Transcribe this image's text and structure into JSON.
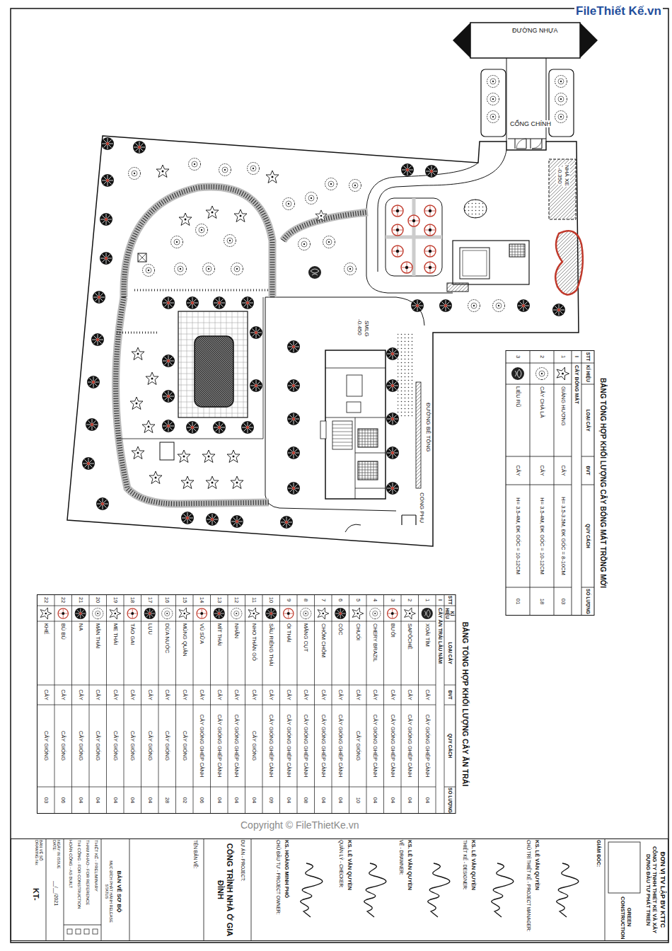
{
  "diagram": {
    "labels": [
      "FileThiết Kế.vn",
      "Copyright © FileThietKe.vn",
      "ĐƯỜNG NHỰA",
      "CỔNG CHÍNH",
      "SMLG",
      "-0.450",
      "ĐƯỜNG BÊ TÔNG",
      "CỔNG PHỤ",
      "NHÀ XE",
      "-0.350",
      "BẢNG TỔNG HỢP KHỐI LƯỢNG CÂY BÓNG MÁT TRỒNG MỚI",
      "STT",
      "KÍ HIỆU",
      "LOẠI CÂY",
      "ĐVT",
      "QUY CÁCH",
      "SỐ LƯỢNG",
      "I",
      "CÂY BÓNG MÁT",
      "1",
      "GIÁNG HƯƠNG",
      "CÂY",
      "H= 3.5-3.5M, ĐK GỐC = 8-10CM",
      "03",
      "2",
      "CÂY CHÀ LÀ",
      "CÂY",
      "H= 3.5-4M, ĐK GỐC = 10-12CM",
      "18",
      "3",
      "LIỄU RŨ",
      "CÂY",
      "H= 3.5-4M, ĐK GỐC = 10-12CM",
      "01",
      "BẢNG TỔNG HỢP KHỐI LƯỢNG CÂY ĂN TRÁI",
      "STT",
      "KÍ HIỆU",
      "LOẠI CÂY",
      "ĐVT",
      "QUY CÁCH",
      "SỐ LƯỢNG",
      "I",
      "CÂY ĂN TRÁI LÂU NĂM",
      "1",
      "XOÀI TÍM",
      "CÂY",
      "CÂY GIỐNG GHÉP CÀNH",
      "04",
      "2",
      "SAPÔCHÊ",
      "CÂY",
      "CÂY GIỐNG GHÉP CÀNH",
      "04",
      "3",
      "BƯỞI",
      "CÂY",
      "CÂY GIỐNG GHÉP CÀNH",
      "04",
      "4",
      "CHERY BRAZIL",
      "CÂY",
      "CÂY GIỐNG GHÉP CÀNH",
      "04",
      "5",
      "CHUỐI",
      "CÂY",
      "CÂY GIỐNG",
      "10",
      "6",
      "CÓC",
      "CÂY",
      "CÂY GIỐNG GHÉP CÀNH",
      "04",
      "7",
      "CHÔM CHÔM",
      "CÂY",
      "CÂY GIỐNG GHÉP CÀNH",
      "04",
      "8",
      "MĂNG CỤT",
      "CÂY",
      "CÂY GIỐNG GHÉP CÀNH",
      "08",
      "9",
      "ỔI THÁI",
      "CÂY",
      "CÂY GIỐNG GHÉP CÀNH",
      "04",
      "10",
      "SẦU RIÊNG THÁI",
      "CÂY",
      "CÂY GIỐNG GHÉP CÀNH",
      "09",
      "11",
      "NHO THÂN GỖ",
      "CÂY",
      "CÂY GIỐNG",
      "04",
      "12",
      "NHÃN",
      "CÂY",
      "CÂY GIỐNG GHÉP CÀNH",
      "04",
      "13",
      "MÍT THÁI",
      "CÂY",
      "CÂY GIỐNG GHÉP CÀNH",
      "04",
      "14",
      "VÚ SỮA",
      "CÂY",
      "CÂY GIỐNG GHÉP CÀNH",
      "06",
      "15",
      "MÙNG QUÂN",
      "CÂY",
      "CÂY GIỐNG",
      "02",
      "16",
      "DỪA NƯỚC",
      "CÂY",
      "CÂY GIỐNG",
      "28",
      "17",
      "LỰU",
      "CÂY",
      "CÂY GIỐNG",
      "04",
      "18",
      "TÁO GAI",
      "CÂY",
      "CÂY GIỐNG",
      "04",
      "19",
      "ME THÁI",
      "CÂY",
      "CÂY GIỐNG",
      "04",
      "20",
      "MẬN THÁI",
      "CÂY",
      "CÂY GIỐNG",
      "04",
      "21",
      "NA",
      "CÂY",
      "CÂY GIỐNG",
      "04",
      "22",
      "BÙ BÙ",
      "CÂY",
      "CÂY GIỐNG",
      "06",
      "22",
      "KHẾ",
      "CÂY",
      "CÂY GIỐNG",
      "03",
      "ĐƠN VỊ TV LẬP BV KTTC",
      "CÔNG TY TNHH THIẾT KẾ VÀ XÂY DỰNG ĐẦU TƯ PHÁT TRIỂN",
      "GREEN CONSTRUCTION",
      "GIÁM ĐỐC:",
      "KS. LÊ VĂN QUYỀN",
      "CHỦ TRÌ THIẾT KẾ - PROJECT MANAGER:",
      "KS. LÊ VĂN QUYỀN",
      "THIẾT KẾ - DESIGNER:",
      "KS. LÊ VĂN QUYỀN",
      "VẼ - DRAWNER:",
      "KS. LÊ VĂN QUYỀN",
      "QUẢN LÝ - CHECKER:",
      "KS. HOÀNG MINH PHÓ",
      "CHỦ ĐẦU TƯ - PROJECT OWNER:",
      "DỰ ÁN - PROJECT:",
      "CÔNG TRÌNH NHÀ Ở GIA ĐÌNH",
      "TÊN BẢN VẼ:",
      "BẢN VẼ SƠ BỘ",
      "MỤC ĐÍCH PHÁT HÀNH RELEASE STATUS",
      "THIẾT KẾ - PRELIMINARY",
      "THAM KHẢO - FOR REFERENCE",
      "THI CÔNG - FOR CONSTRUCTION",
      "HOÀN CÔNG - AS BUILT",
      "NGÀY IN ISSUE DATE:",
      "__/__/2021",
      "BẢN VẼ SỐ DRAWING No:",
      "KT-"
    ]
  }
}
